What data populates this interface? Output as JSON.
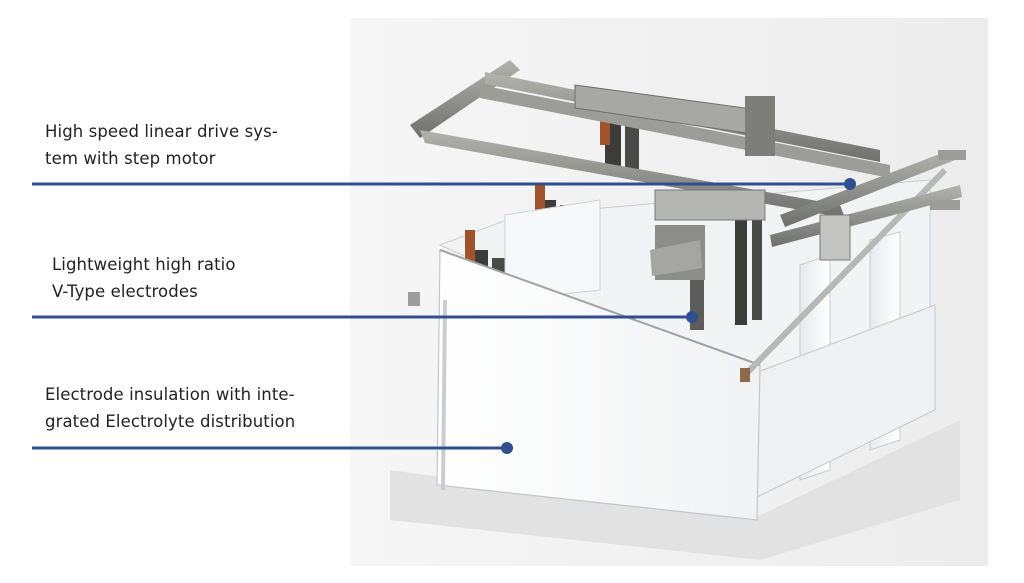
{
  "callouts": [
    {
      "id": "drive",
      "text": "High speed linear drive sys-\ntem with step motor"
    },
    {
      "id": "electrodes",
      "text": "Lightweight high ratio\nV-Type electrodes"
    },
    {
      "id": "insulation",
      "text": "Electrode insulation with inte-\ngrated Electrolyte distribution"
    }
  ],
  "colors": {
    "leader": "#2f4f8f",
    "frame_metal": "#8e8f8c",
    "frame_dark": "#5c5d5b",
    "copper": "#a0522d",
    "panel_white": "#f4f5f6",
    "panel_shadow": "#d9dcdf",
    "backdrop": "#eeeeee"
  }
}
